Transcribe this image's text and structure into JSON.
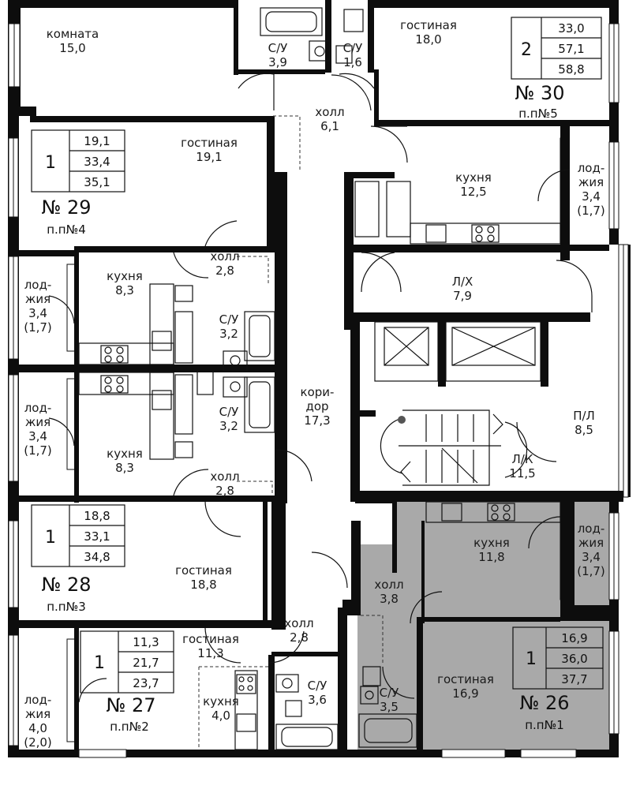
{
  "rooms": {
    "komnata_30": [
      "комната",
      "15,0"
    ],
    "gostinaya_30": [
      "гостиная",
      "18,0"
    ],
    "su_39": [
      "С/У",
      "3,9"
    ],
    "su_16": [
      "С/У",
      "1,6"
    ],
    "holl_61": [
      "холл",
      "6,1"
    ],
    "gostinaya_29": [
      "гостиная",
      "19,1"
    ],
    "kuhnya_125": [
      "кухня",
      "12,5"
    ],
    "lodzhiya_r1": [
      "лод-",
      "жия",
      "3,4",
      "(1,7)"
    ],
    "holl_28a": [
      "холл",
      "2,8"
    ],
    "lx": [
      "Л/Х",
      "7,9"
    ],
    "kuhnya_83a": [
      "кухня",
      "8,3"
    ],
    "su_32a": [
      "С/У",
      "3,2"
    ],
    "lodzhiya_l1": [
      "лод-",
      "жия",
      "3,4",
      "(1,7)"
    ],
    "koridor": [
      "кори-",
      "дор",
      "17,3"
    ],
    "su_32b": [
      "С/У",
      "3,2"
    ],
    "lodzhiya_l2": [
      "лод-",
      "жия",
      "3,4",
      "(1,7)"
    ],
    "pl": [
      "П/Л",
      "8,5"
    ],
    "kuhnya_83b": [
      "кухня",
      "8,3"
    ],
    "lk": [
      "Л/К",
      "11,5"
    ],
    "holl_28b": [
      "холл",
      "2,8"
    ],
    "kuhnya_118": [
      "кухня",
      "11,8"
    ],
    "lodzhiya_r2": [
      "лод-",
      "жия",
      "3,4",
      "(1,7)"
    ],
    "gostinaya_28": [
      "гостиная",
      "18,8"
    ],
    "holl_38": [
      "холл",
      "3,8"
    ],
    "gostinaya_27": [
      "гостиная",
      "11,3"
    ],
    "holl_28c": [
      "холл",
      "2,8"
    ],
    "lodzhiya_l3": [
      "лод-",
      "жия",
      "4,0",
      "(2,0)"
    ],
    "kuhnya_40": [
      "кухня",
      "4,0"
    ],
    "su_36": [
      "С/У",
      "3,6"
    ],
    "su_35": [
      "С/У",
      "3,5"
    ],
    "gostinaya_26": [
      "гостиная",
      "16,9"
    ]
  },
  "apartments": {
    "a30": {
      "rooms": "2",
      "areas": [
        "33,0",
        "57,1",
        "58,8"
      ],
      "number": "№ 30",
      "pp": "п.п№5"
    },
    "a29": {
      "rooms": "1",
      "areas": [
        "19,1",
        "33,4",
        "35,1"
      ],
      "number": "№ 29",
      "pp": "п.п№4"
    },
    "a28": {
      "rooms": "1",
      "areas": [
        "18,8",
        "33,1",
        "34,8"
      ],
      "number": "№ 28",
      "pp": "п.п№3"
    },
    "a27": {
      "rooms": "1",
      "areas": [
        "11,3",
        "21,7",
        "23,7"
      ],
      "number": "№ 27",
      "pp": "п.п№2"
    },
    "a26": {
      "rooms": "1",
      "areas": [
        "16,9",
        "36,0",
        "37,7"
      ],
      "number": "№ 26",
      "pp": "п.п№1"
    }
  },
  "colors": {
    "highlight": "#a9a9a9",
    "wall": "#0d0d0d",
    "background": "#ffffff"
  }
}
